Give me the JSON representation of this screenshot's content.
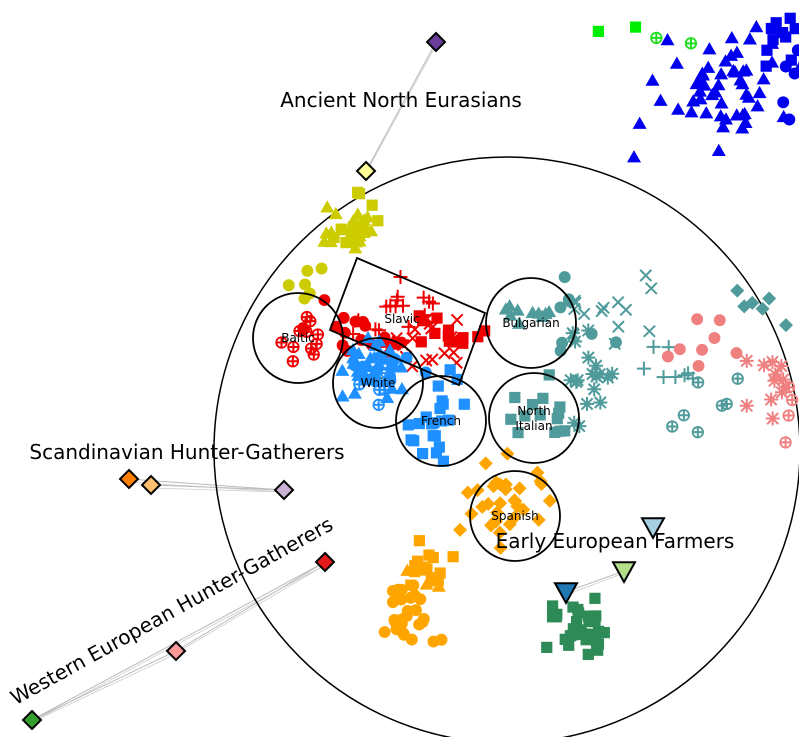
{
  "chart_data": {
    "type": "scatter",
    "title": "",
    "xlabel": "",
    "ylabel": "",
    "xlim": [
      0,
      7.99
    ],
    "ylim": [
      0,
      7.37
    ],
    "grid": false,
    "legend": "none",
    "clusters": [
      {
        "name": "blue-triangles",
        "color": "#0000ee",
        "marker": "triangle",
        "center": [
          7.2,
          6.47
        ],
        "spread": [
          0.6,
          0.45
        ],
        "n": 55
      },
      {
        "name": "blue-squares",
        "color": "#0000ee",
        "marker": "square",
        "center": [
          7.8,
          6.9
        ],
        "spread": [
          0.15,
          0.35
        ],
        "n": 10
      },
      {
        "name": "blue-circles",
        "color": "#0000ee",
        "marker": "circle",
        "center": [
          7.9,
          6.6
        ],
        "spread": [
          0.08,
          0.3
        ],
        "n": 5
      },
      {
        "name": "green-squares",
        "color": "#00ee00",
        "marker": "square",
        "center": [
          6.26,
          7.15
        ],
        "spread": [
          0.4,
          0.12
        ],
        "n": 2
      },
      {
        "name": "green-circleplus",
        "color": "#22dd22",
        "marker": "circleplus",
        "center": [
          6.7,
          6.97
        ],
        "spread": [
          0.3,
          0.1
        ],
        "n": 2
      },
      {
        "name": "yellow-triangles",
        "color": "#cccc00",
        "marker": "triangle",
        "center": [
          3.45,
          5.07
        ],
        "spread": [
          0.22,
          0.25
        ],
        "n": 22
      },
      {
        "name": "yellow-squares",
        "color": "#cccc00",
        "marker": "square",
        "center": [
          3.6,
          5.1
        ],
        "spread": [
          0.2,
          0.3
        ],
        "n": 12
      },
      {
        "name": "yellow-circles",
        "color": "#cccc00",
        "marker": "circle",
        "center": [
          3.05,
          4.55
        ],
        "spread": [
          0.25,
          0.2
        ],
        "n": 6
      },
      {
        "name": "slavic-plus",
        "color": "#ee0000",
        "marker": "plus",
        "center": [
          3.95,
          4.27
        ],
        "spread": [
          0.4,
          0.25
        ],
        "n": 16
      },
      {
        "name": "slavic-x",
        "color": "#ee0000",
        "marker": "x",
        "center": [
          4.35,
          3.95
        ],
        "spread": [
          0.3,
          0.25
        ],
        "n": 16
      },
      {
        "name": "slavic-circles",
        "color": "#ee0000",
        "marker": "circle",
        "center": [
          3.55,
          4.1
        ],
        "spread": [
          0.35,
          0.2
        ],
        "n": 14
      },
      {
        "name": "slavic-squares",
        "color": "#ee0000",
        "marker": "square",
        "center": [
          4.5,
          4.0
        ],
        "spread": [
          0.3,
          0.2
        ],
        "n": 14
      },
      {
        "name": "slavic-triangles",
        "color": "#ee0000",
        "marker": "triangle",
        "center": [
          3.85,
          3.9
        ],
        "spread": [
          0.2,
          0.1
        ],
        "n": 4
      },
      {
        "name": "baltic-circleplus",
        "color": "#ee0000",
        "marker": "circleplus",
        "center": [
          3.0,
          4.0
        ],
        "spread": [
          0.2,
          0.18
        ],
        "n": 12
      },
      {
        "name": "white-triangles",
        "color": "#1e90ff",
        "marker": "triangle",
        "center": [
          3.7,
          3.67
        ],
        "spread": [
          0.3,
          0.3
        ],
        "n": 30
      },
      {
        "name": "white-circles",
        "color": "#1e90ff",
        "marker": "circle",
        "center": [
          3.85,
          3.6
        ],
        "spread": [
          0.3,
          0.3
        ],
        "n": 12
      },
      {
        "name": "white-circleplus",
        "color": "#1e90ff",
        "marker": "circleplus",
        "center": [
          3.8,
          3.55
        ],
        "spread": [
          0.15,
          0.2
        ],
        "n": 6
      },
      {
        "name": "french-squares",
        "color": "#1e90ff",
        "marker": "square",
        "center": [
          4.4,
          3.15
        ],
        "spread": [
          0.3,
          0.35
        ],
        "n": 22
      },
      {
        "name": "bulgarian-triangles",
        "color": "#4f9a9a",
        "marker": "triangle",
        "center": [
          5.25,
          4.2
        ],
        "spread": [
          0.3,
          0.25
        ],
        "n": 10
      },
      {
        "name": "north-italian-squares",
        "color": "#4f9a9a",
        "marker": "square",
        "center": [
          5.35,
          3.2
        ],
        "spread": [
          0.3,
          0.3
        ],
        "n": 14
      },
      {
        "name": "teal-asterisks",
        "color": "#4f9a9a",
        "marker": "asterisk",
        "center": [
          5.85,
          3.6
        ],
        "spread": [
          0.2,
          0.45
        ],
        "n": 18
      },
      {
        "name": "teal-x",
        "color": "#4f9a9a",
        "marker": "x",
        "center": [
          6.0,
          4.2
        ],
        "spread": [
          0.5,
          0.4
        ],
        "n": 14
      },
      {
        "name": "teal-plus",
        "color": "#4f9a9a",
        "marker": "plus",
        "center": [
          6.75,
          3.7
        ],
        "spread": [
          0.35,
          0.2
        ],
        "n": 8
      },
      {
        "name": "teal-circleplus",
        "color": "#4f9a9a",
        "marker": "circleplus",
        "center": [
          7.0,
          3.4
        ],
        "spread": [
          0.35,
          0.3
        ],
        "n": 7
      },
      {
        "name": "teal-circles",
        "color": "#4f9a9a",
        "marker": "circle",
        "center": [
          5.8,
          4.2
        ],
        "spread": [
          0.35,
          0.3
        ],
        "n": 8
      },
      {
        "name": "teal-diamonds",
        "color": "#4f9a9a",
        "marker": "diamond",
        "center": [
          7.6,
          4.4
        ],
        "spread": [
          0.25,
          0.25
        ],
        "n": 6
      },
      {
        "name": "salmon-circles",
        "color": "#f08080",
        "marker": "circle",
        "center": [
          6.9,
          3.9
        ],
        "spread": [
          0.35,
          0.25
        ],
        "n": 8
      },
      {
        "name": "salmon-asterisks",
        "color": "#f08080",
        "marker": "asterisk",
        "center": [
          7.75,
          3.6
        ],
        "spread": [
          0.25,
          0.35
        ],
        "n": 12
      },
      {
        "name": "salmon-circleplus",
        "color": "#f08080",
        "marker": "circleplus",
        "center": [
          7.9,
          3.3
        ],
        "spread": [
          0.05,
          0.3
        ],
        "n": 4
      },
      {
        "name": "spanish-diamonds",
        "color": "#ffa500",
        "marker": "diamond",
        "center": [
          5.05,
          2.25
        ],
        "spread": [
          0.4,
          0.4
        ],
        "n": 32
      },
      {
        "name": "orange-squares",
        "color": "#ffa500",
        "marker": "square",
        "center": [
          4.3,
          1.7
        ],
        "spread": [
          0.25,
          0.25
        ],
        "n": 14
      },
      {
        "name": "orange-triangles",
        "color": "#ffa500",
        "marker": "triangle",
        "center": [
          4.25,
          1.55
        ],
        "spread": [
          0.2,
          0.25
        ],
        "n": 6
      },
      {
        "name": "orange-circles",
        "color": "#ffa500",
        "marker": "circle",
        "center": [
          4.1,
          1.2
        ],
        "spread": [
          0.2,
          0.3
        ],
        "n": 26
      },
      {
        "name": "green-squares-eef",
        "color": "#2e8b57",
        "marker": "square",
        "center": [
          5.8,
          1.1
        ],
        "spread": [
          0.25,
          0.3
        ],
        "n": 32
      }
    ],
    "ancient_samples": [
      {
        "id": "ane-1",
        "color": "#6a3d9a",
        "marker": "diamond",
        "pos": [
          4.36,
          6.95
        ]
      },
      {
        "id": "ane-2",
        "color": "#ffff99",
        "marker": "diamond",
        "pos": [
          3.66,
          5.66
        ]
      },
      {
        "id": "shg-1",
        "color": "#ff7f00",
        "marker": "diamond",
        "pos": [
          1.29,
          2.58
        ]
      },
      {
        "id": "shg-2",
        "color": "#fdbf6f",
        "marker": "diamond",
        "pos": [
          1.51,
          2.52
        ]
      },
      {
        "id": "shg-3",
        "color": "#cab2d6",
        "marker": "diamond",
        "pos": [
          2.84,
          2.47
        ]
      },
      {
        "id": "whg-1",
        "color": "#e31a1c",
        "marker": "diamond",
        "pos": [
          3.25,
          1.75
        ]
      },
      {
        "id": "whg-2",
        "color": "#fb9a99",
        "marker": "diamond",
        "pos": [
          1.76,
          0.86
        ]
      },
      {
        "id": "whg-3",
        "color": "#33a02c",
        "marker": "diamond",
        "pos": [
          0.32,
          0.17
        ]
      },
      {
        "id": "eef-1",
        "color": "#a6cee3",
        "marker": "triangle-down",
        "pos": [
          6.53,
          2.1
        ]
      },
      {
        "id": "eef-2",
        "color": "#b2df8a",
        "marker": "triangle-down",
        "pos": [
          6.24,
          1.66
        ]
      },
      {
        "id": "eef-3",
        "color": "#1f78b4",
        "marker": "triangle-down",
        "pos": [
          5.66,
          1.45
        ]
      }
    ],
    "links": [
      [
        "ane-1",
        "ane-2"
      ],
      [
        "shg-1",
        "shg-3"
      ],
      [
        "shg-2",
        "shg-3"
      ],
      [
        "whg-1",
        "whg-3"
      ],
      [
        "whg-2",
        "whg-3"
      ],
      [
        "whg-1",
        "whg-2"
      ],
      [
        "eef-3",
        "eef-2"
      ]
    ],
    "group_labels": [
      {
        "text": "Ancient North Eurasians",
        "pos": [
          4.01,
          6.3
        ]
      },
      {
        "text": "Scandinavian Hunter-Gatherers",
        "pos": [
          1.87,
          2.78
        ]
      },
      {
        "text": "Western European Hunter-Gatherers",
        "pos": [
          1.75,
          1.2
        ],
        "rotate": -29
      },
      {
        "text": "Early European Farmers",
        "pos": [
          6.15,
          1.89
        ]
      }
    ],
    "population_circles": [
      {
        "text": "Baltic",
        "pos": [
          2.98,
          3.99
        ]
      },
      {
        "text": "White",
        "pos": [
          3.78,
          3.54
        ]
      },
      {
        "text": "French",
        "pos": [
          4.41,
          3.16
        ]
      },
      {
        "text": "Bulgarian",
        "pos": [
          5.31,
          4.14
        ]
      },
      {
        "text": "North Italian",
        "lines": [
          "North",
          "Italian"
        ],
        "pos": [
          5.34,
          3.19
        ]
      },
      {
        "text": "Spanish",
        "pos": [
          5.15,
          2.21
        ]
      }
    ],
    "slavic_box_label": "Slavic"
  }
}
